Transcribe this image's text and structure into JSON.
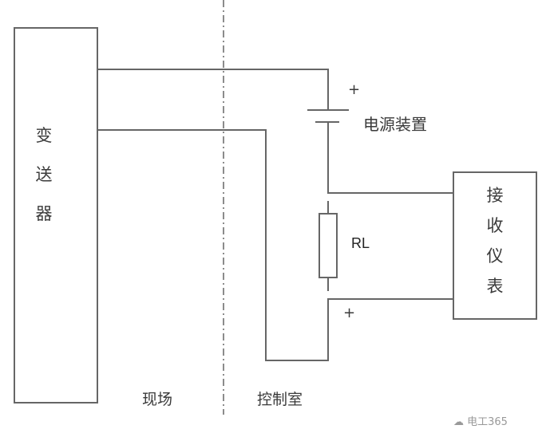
{
  "transmitter": {
    "chars": [
      "变",
      "送",
      "器"
    ]
  },
  "receiver": {
    "chars": [
      "接",
      "收",
      "仪",
      "表"
    ]
  },
  "power_label": "电源装置",
  "resistor_label": "RL",
  "plus_top": "+",
  "plus_bottom": "+",
  "field_label": "现场",
  "control_room_label": "控制室",
  "watermark": "电工365",
  "line_color": "#666666"
}
